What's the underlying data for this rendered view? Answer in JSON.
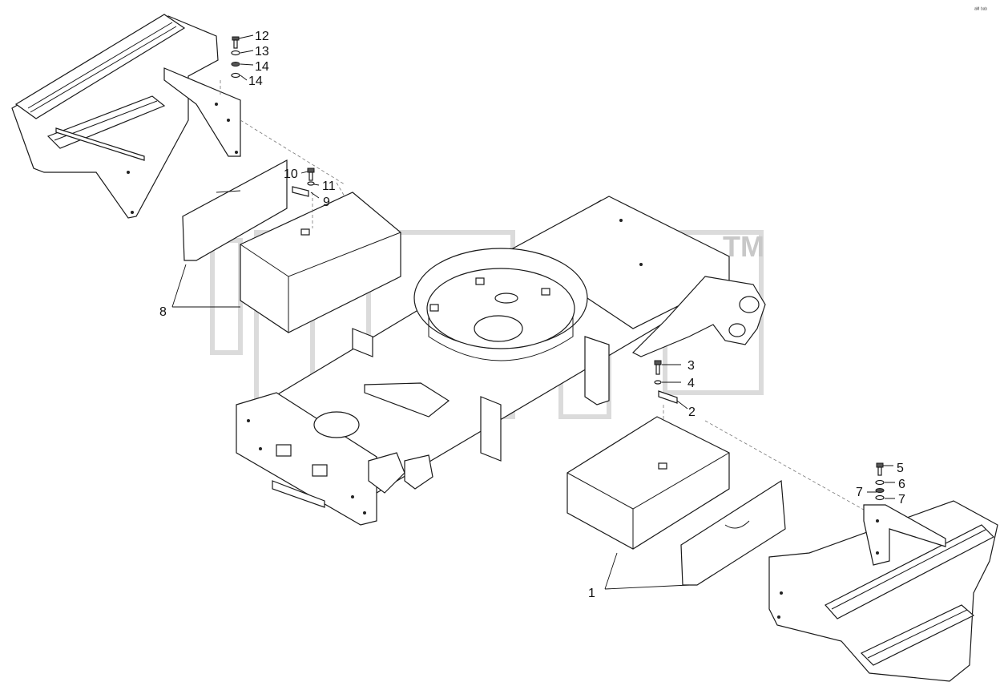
{
  "corner_mark": "ᵃᴹ ᵇᵃᵇ",
  "watermark": {
    "tm": "TM"
  },
  "callouts": {
    "c1": "1",
    "c2": "2",
    "c3": "3",
    "c4": "4",
    "c5": "5",
    "c6": "6",
    "c7a": "7",
    "c7b": "7",
    "c8": "8",
    "c9": "9",
    "c10": "10",
    "c11": "11",
    "c12": "12",
    "c13": "13",
    "c14a": "14",
    "c14b": "14"
  }
}
